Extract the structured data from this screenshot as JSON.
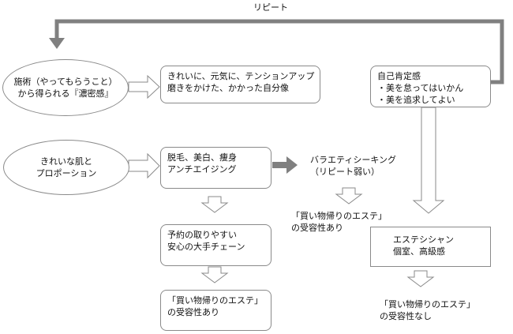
{
  "repeat_label": "リピート",
  "nodes": {
    "treatment": "施術（やってもらうこと）\nから得られる『濃密感』",
    "effect": "きれいに、元気に、テンションアップ\n磨きをかけた、かかった自分像",
    "self_esteem": "自己肯定感\n・美を怠ってはいかん\n・美を追求してよい",
    "goal": "きれいな肌と\nプロポーション",
    "services": "脱毛、美白、痩身\nアンチエイジング",
    "variety": "バラエティシーキング\n（リピート弱い）",
    "chain": "予約の取りやすい\n安心の大手チェーン",
    "result_chain": "「買い物帰りのエステ」\nの受容性あり",
    "result_variety": "「買い物帰りのエステ」\nの受容性あり",
    "salon": "エステシシャン\n個室、高級感",
    "result_salon": "「買い物帰りのエステ」\nの受容性なし"
  }
}
